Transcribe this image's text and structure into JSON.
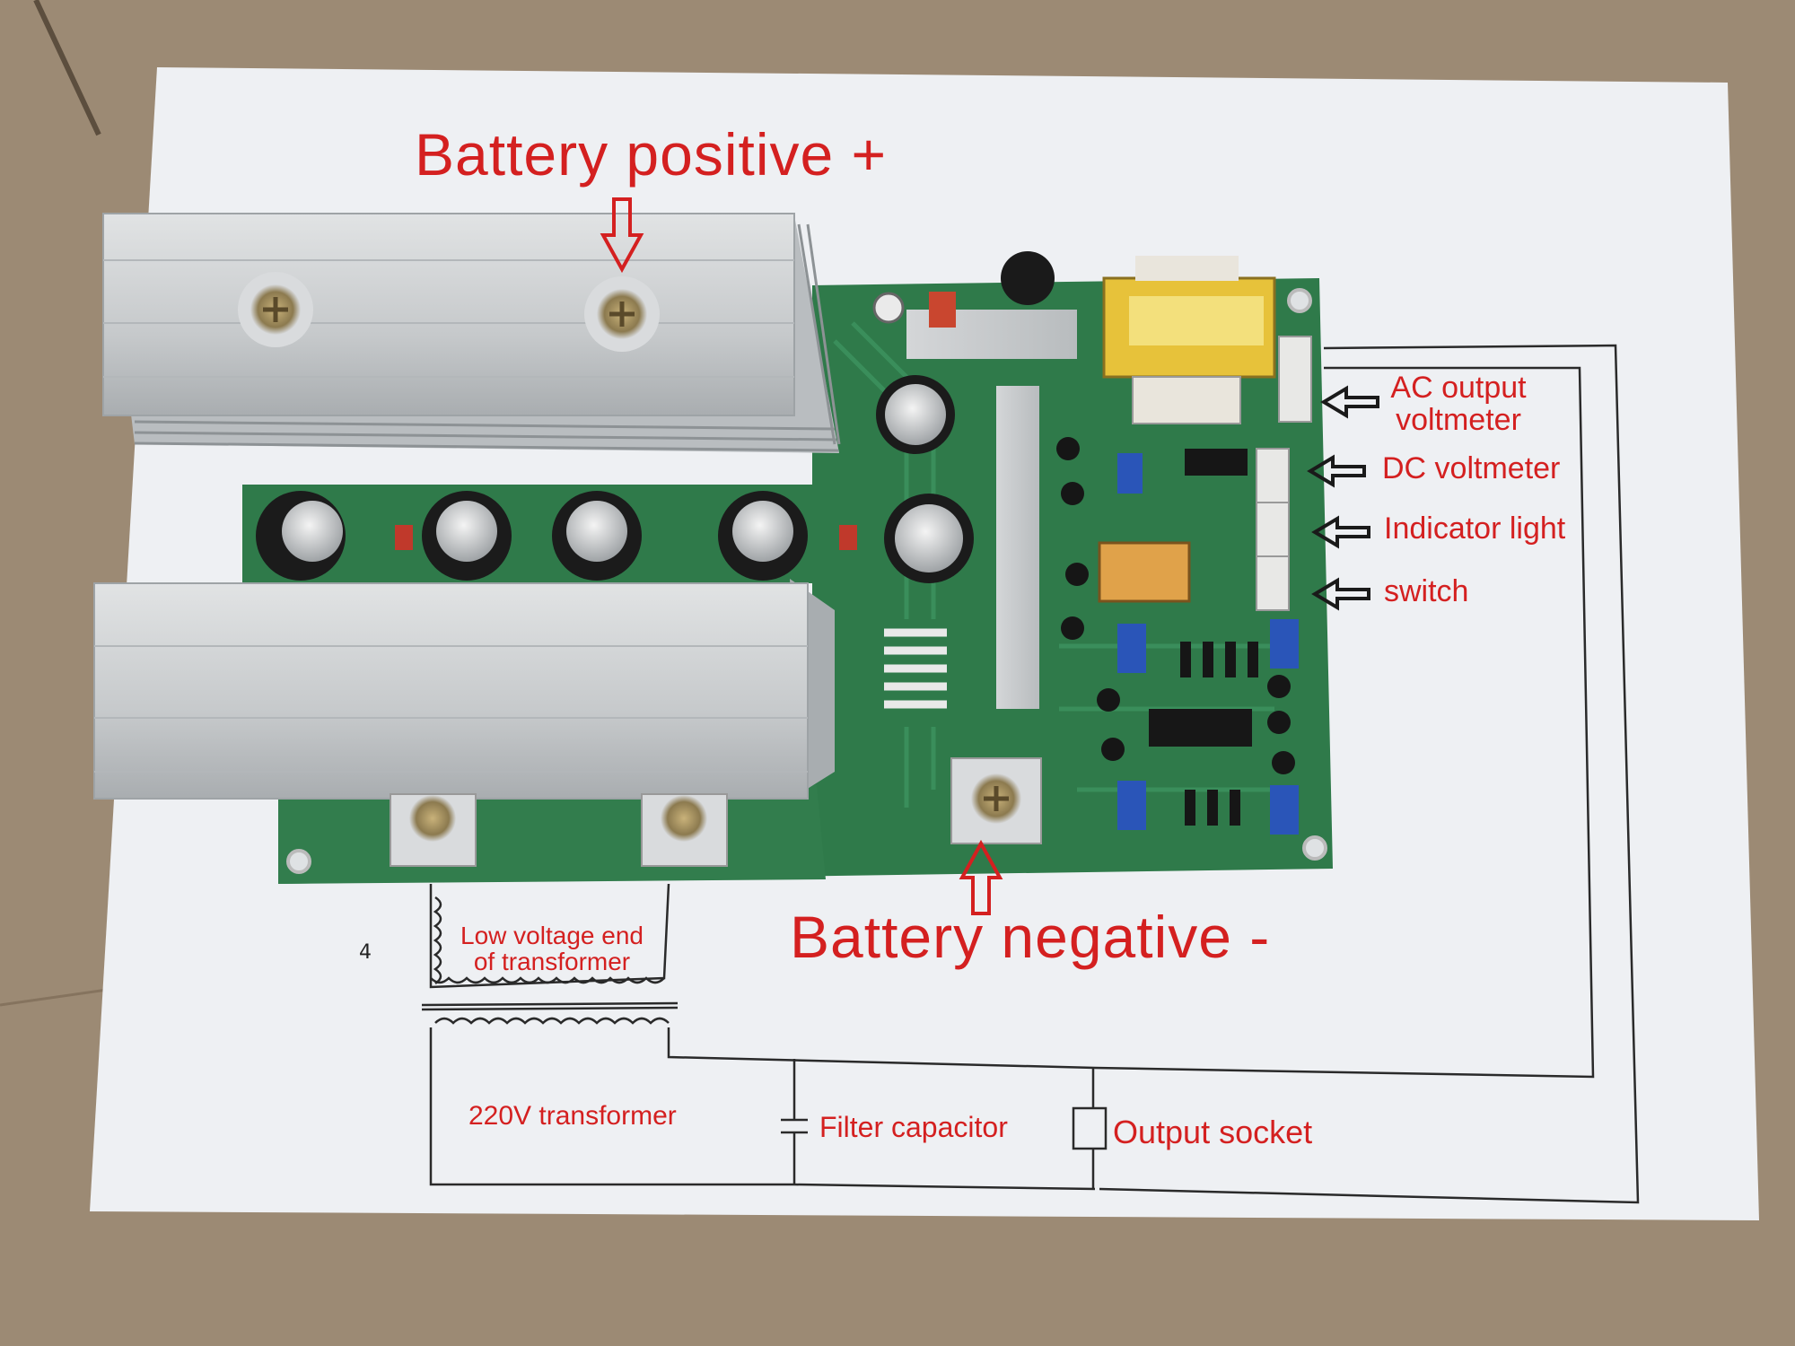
{
  "labels": {
    "battery_positive": "Battery positive +",
    "battery_negative": "Battery negative -",
    "ac_output_voltmeter_line1": "AC output",
    "ac_output_voltmeter_line2": "voltmeter",
    "dc_voltmeter": "DC voltmeter",
    "indicator_light": "Indicator light",
    "switch": "switch",
    "low_voltage_end_line1": "Low voltage end",
    "low_voltage_end_line2": "of transformer",
    "transformer_220v": "220V transformer",
    "filter_capacitor": "Filter capacitor",
    "output_socket": "Output socket"
  },
  "colors": {
    "label_red": "#d42020",
    "pcb_green": "#2f7a4a",
    "heatsink_aluminum": "#c9ccce",
    "paper": "#eef0f3",
    "cardboard": "#9c8a74"
  }
}
